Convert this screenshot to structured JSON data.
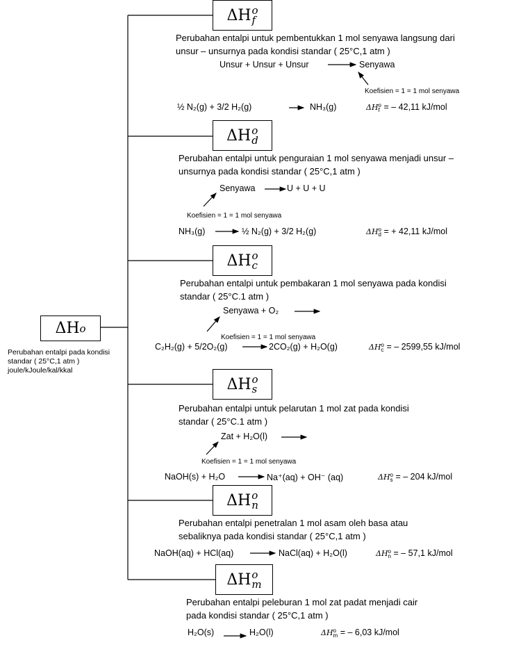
{
  "root": {
    "symbol": "ΔH",
    "sup": "o",
    "desc_line1": "Perubahan entalpi pada kondisi",
    "desc_line2": "standar ( 25°C,1 atm )",
    "desc_line3": "joule/kJoule/kal/kkal"
  },
  "branches": [
    {
      "id": "f",
      "symbol": "ΔH",
      "sup": "o",
      "sub": "f",
      "desc_line1": "Perubahan entalpi untuk pembentukkan 1 mol senyawa langsung dari",
      "desc_line2": "unsur – unsurnya pada kondisi standar ( 25°C,1 atm )",
      "general_left": "Unsur + Unsur + Unsur",
      "general_right": "Senyawa",
      "coefficient_note": "Koefisien = 1 = 1 mol senyawa",
      "example_left": "½ N₂(g)  +  3/2 H₂(g)",
      "example_right": "NH₃(g)",
      "dh_label": "ΔH",
      "dh_value": "= – 42,11 kJ/mol"
    },
    {
      "id": "d",
      "symbol": "ΔH",
      "sup": "o",
      "sub": "d",
      "desc_line1": "Perubahan entalpi untuk penguraian 1 mol senyawa menjadi unsur –",
      "desc_line2": "unsurnya pada kondisi standar ( 25°C,1 atm )",
      "general_left": "Senyawa",
      "general_right": "U + U + U",
      "coefficient_note": "Koefisien = 1 = 1 mol senyawa",
      "example_left": "NH₃(g)",
      "example_right": "½ N₂(g)  +  3/2 H₂(g)",
      "dh_label": "ΔH",
      "dh_value": "= + 42,11 kJ/mol"
    },
    {
      "id": "c",
      "symbol": "ΔH",
      "sup": "o",
      "sub": "c",
      "desc_line1": "Perubahan entalpi untuk pembakaran 1 mol senyawa pada kondisi",
      "desc_line2": "standar ( 25°C.1 atm )",
      "general_left": "Senyawa + O₂",
      "general_right": "",
      "coefficient_note": "Koefisien = 1 = 1 mol senyawa",
      "example_left": "C₂H₂(g) + 5/2O₂(g)",
      "example_right": "2CO₂(g)  +  H₂O(g)",
      "dh_label": "ΔH",
      "dh_value": "= – 2599,55 kJ/mol"
    },
    {
      "id": "s",
      "symbol": "ΔH",
      "sup": "o",
      "sub": "s",
      "desc_line1": "Perubahan entalpi untuk pelarutan 1 mol zat pada kondisi",
      "desc_line2": "standar ( 25°C.1 atm )",
      "general_left": "Zat + H₂O(l)",
      "general_right": "",
      "coefficient_note": "Koefisien = 1 = 1 mol senyawa",
      "example_left": "NaOH(s) + H₂O",
      "example_right": "Na⁺(aq)  +   OH⁻ (aq)",
      "dh_label": "ΔH",
      "dh_value": "= – 204 kJ/mol"
    },
    {
      "id": "n",
      "symbol": "ΔH",
      "sup": "o",
      "sub": "n",
      "desc_line1": "Perubahan entalpi penetralan 1 mol asam oleh basa atau",
      "desc_line2": "sebaliknya pada kondisi standar ( 25°C,1 atm )",
      "example_left": "NaOH(aq) + HCl(aq)",
      "example_right": "NaCl(aq) + H₂O(l)",
      "dh_label": "ΔH",
      "dh_value": "= – 57,1 kJ/mol"
    },
    {
      "id": "m",
      "symbol": "ΔH",
      "sup": "o",
      "sub": "m",
      "desc_line1": "Perubahan entalpi peleburan 1 mol zat padat menjadi cair",
      "desc_line2": "pada kondisi standar ( 25°C,1 atm )",
      "example_left": "H₂O(s)",
      "example_right": "H₂O(l)",
      "dh_label": "ΔH",
      "dh_value": "= – 6,03 kJ/mol"
    }
  ]
}
